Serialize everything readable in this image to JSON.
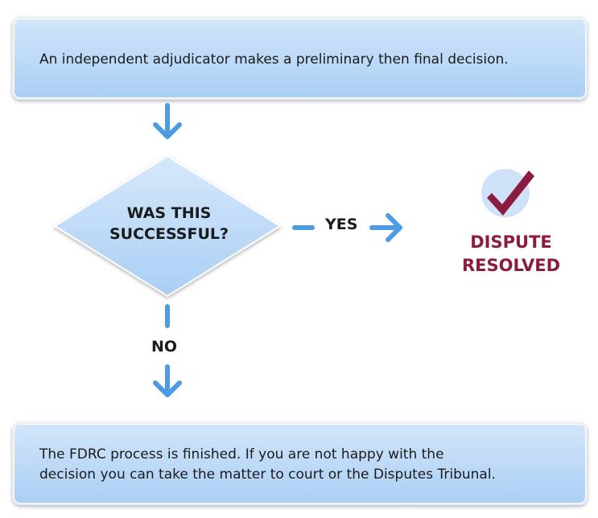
{
  "flow": {
    "step1_text": "An independent adjudicator makes a preliminary then final decision.",
    "decision": {
      "line1": "WAS THIS",
      "line2": "SUCCESSFUL?"
    },
    "yes_label": "YES",
    "no_label": "NO",
    "outcome": {
      "line1": "DISPUTE",
      "line2": "RESOLVED"
    },
    "step2_text": {
      "line1": "The FDRC process is finished. If you are not happy with the",
      "line2": "decision you can take the matter to court or the Disputes Tribunal."
    }
  },
  "colors": {
    "box_fill": "#bcd9f7",
    "arrow": "#4d9be3",
    "check": "#8b1c40",
    "check_circle": "#cfe2f7"
  },
  "icons": {
    "outcome_icon": "checkmark-icon"
  }
}
